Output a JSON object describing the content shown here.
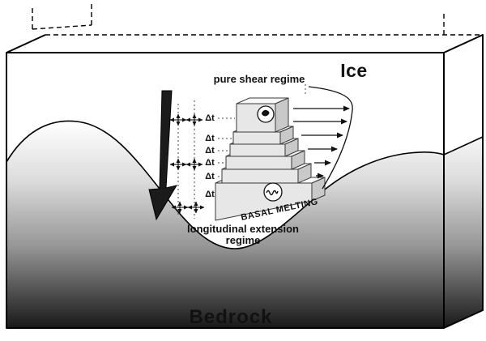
{
  "figure": {
    "region_labels": {
      "ice": "Ice",
      "bedrock": "Bedrock"
    },
    "annotations": {
      "pure_shear_regime": "pure shear regime",
      "longitudinal_extension_line1": "longitudinal extension",
      "longitudinal_extension_line2": "regime",
      "basal_melting": "BASAL MELTING",
      "time_step_label": "Δt",
      "time_step_count": 6
    },
    "colors": {
      "background": "#ffffff",
      "line": "#000000",
      "flow_arrow": "#1b1b1b",
      "block_front": "#e7e7e7",
      "block_top": "#f8f8f8",
      "block_side": "#c9c9c9",
      "bedrock_gradient_top": "#ffffff",
      "bedrock_gradient_bottom": "#121212",
      "bedrock_text": "#ffffff"
    }
  }
}
